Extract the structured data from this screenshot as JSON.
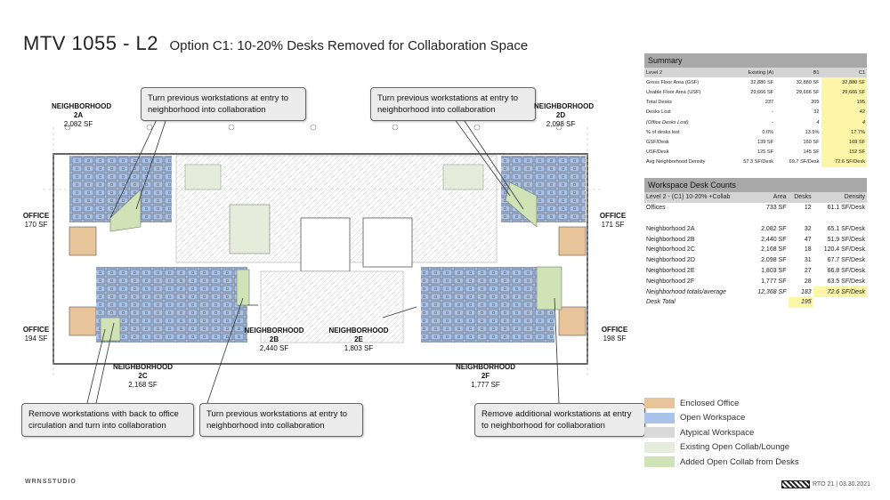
{
  "title": {
    "main": "MTV 1055 - L2",
    "sub": "Option C1: 10-20% Desks Removed for Collaboration Space"
  },
  "callouts": [
    "Turn previous workstations at entry to neighborhood into collaboration",
    "Turn previous workstations at entry to neighborhood into collaboration",
    "Remove workstations with back to office circulation and turn into collaboration",
    "Turn previous workstations at entry to neighborhood into collaboration",
    "Remove additional workstations at entry to neighborhood for collaboration"
  ],
  "labels": {
    "n2a": {
      "name": "NEIGHBORHOOD 2A",
      "area": "2,082 SF"
    },
    "n2d": {
      "name": "NEIGHBORHOOD 2D",
      "area": "2,098 SF"
    },
    "o170": {
      "name": "OFFICE",
      "area": "170 SF"
    },
    "o171": {
      "name": "OFFICE",
      "area": "171 SF"
    },
    "o194": {
      "name": "OFFICE",
      "area": "194 SF"
    },
    "o198": {
      "name": "OFFICE",
      "area": "198 SF"
    },
    "n2b": {
      "name": "NEIGHBORHOOD 2B",
      "area": "2,440 SF"
    },
    "n2e": {
      "name": "NEIGHBORHOOD 2E",
      "area": "1,803 SF"
    },
    "n2c": {
      "name": "NEIGHBORHOOD 2C",
      "area": "2,168 SF"
    },
    "n2f": {
      "name": "NEIGHBORHOOD 2F",
      "area": "1,777 SF"
    }
  },
  "summary": {
    "title": "Summary",
    "header": [
      "Level 2",
      "Existing (A)",
      "B1",
      "C1"
    ],
    "rows": [
      [
        "Gross Floor Area (GSF)",
        "32,880 SF",
        "32,880 SF",
        "32,880 SF"
      ],
      [
        "Usable Floor Area (USF)",
        "29,666 SF",
        "29,666 SF",
        "29,666 SF"
      ],
      [
        "Total Desks",
        "237",
        "205",
        "195"
      ],
      [
        "Desks Lost",
        "-",
        "32",
        "42"
      ],
      [
        "(Office Desks Lost)",
        "-",
        "4",
        "4"
      ],
      [
        "% of desks lost",
        "0.0%",
        "13.5%",
        "17.7%"
      ],
      [
        "GSF/Desk",
        "139 SF",
        "160 SF",
        "169 SF"
      ],
      [
        "USF/Desk",
        "125 SF",
        "145 SF",
        "152 SF"
      ],
      [
        "Avg Neighborhood Density",
        "57.3 SF/Desk",
        "69.7 SF/Desk",
        "72.6 SF/Desk"
      ]
    ]
  },
  "counts": {
    "title": "Workspace Desk Counts",
    "header": [
      "Level 2 - (C1) 10-20% +Collab",
      "Area",
      "Desks",
      "Density"
    ],
    "rows": [
      [
        "Offices",
        "733 SF",
        "12",
        "61.1 SF/Desk"
      ],
      [
        "",
        "",
        "",
        ""
      ],
      [
        "Neighborhood 2A",
        "2,082 SF",
        "32",
        "65.1 SF/Desk"
      ],
      [
        "Neighborhood 2B",
        "2,440 SF",
        "47",
        "51.9 SF/Desk"
      ],
      [
        "Neighborhood 2C",
        "2,168 SF",
        "18",
        "120.4 SF/Desk"
      ],
      [
        "Neighborhood 2D",
        "2,098 SF",
        "31",
        "67.7 SF/Desk"
      ],
      [
        "Neighborhood 2E",
        "1,803 SF",
        "27",
        "66.8 SF/Desk"
      ],
      [
        "Neighborhood 2F",
        "1,777 SF",
        "28",
        "63.5 SF/Desk"
      ],
      [
        "Neighborhood totals/average",
        "12,368 SF",
        "183",
        "72.6 SF/Desk"
      ],
      [
        "Desk Total",
        "",
        "195",
        ""
      ]
    ]
  },
  "legend": [
    {
      "label": "Enclosed Office",
      "color": "#e8c49a"
    },
    {
      "label": "Open Workspace",
      "color": "#a9c3ea"
    },
    {
      "label": "Atypical Workspace",
      "color": "#d9d9d9"
    },
    {
      "label": "Existing Open Collab/Lounge",
      "color": "#e6ecdc"
    },
    {
      "label": "Added Open Collab from Desks",
      "color": "#cfe3b6"
    }
  ],
  "footer": {
    "logo": "WRNSSTUDIO",
    "right": "RTO 21 | 03.30.2021"
  }
}
